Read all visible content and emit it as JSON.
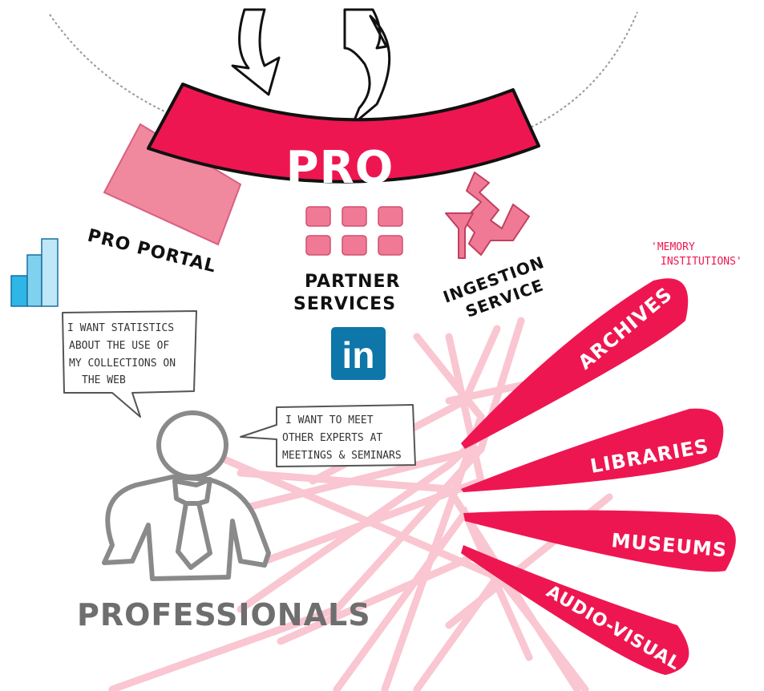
{
  "banner": {
    "label": "PRO"
  },
  "services": {
    "portal": "PRO PORTAL",
    "partner_line1": "PARTNER",
    "partner_line2": "SERVICES",
    "ingestion_line1": "INGESTION",
    "ingestion_line2": "SERVICE"
  },
  "memory_note": {
    "line1": "'MEMORY",
    "line2": "INSTITUTIONS'"
  },
  "institutions": [
    "ARCHIVES",
    "LIBRARIES",
    "MUSEUMS",
    "AUDIO-VISUAL"
  ],
  "bubbles": {
    "statistics": [
      "I WANT STATISTICS",
      "ABOUT THE USE OF",
      "MY COLLECTIONS ON",
      "THE WEB"
    ],
    "meetings": [
      "I WANT TO MEET",
      "OTHER EXPERTS AT",
      "MEETINGS & SEMINARS"
    ]
  },
  "linkedin": {
    "label": "in"
  },
  "person_label": "PROFESSIONALS",
  "icons": {
    "statistics": "bar-chart-icon",
    "linkedin": "linkedin-icon",
    "funnel": "funnel-icon"
  },
  "colors": {
    "accent": "#ee1650",
    "accent_light": "#f07a96",
    "tile_pink": "#f0889e",
    "pale_lines": "#f9c6d1",
    "linkedin_blue": "#0e76a8",
    "chart_blue": "#2db6e6",
    "person_gray": "#8a8a8a"
  }
}
